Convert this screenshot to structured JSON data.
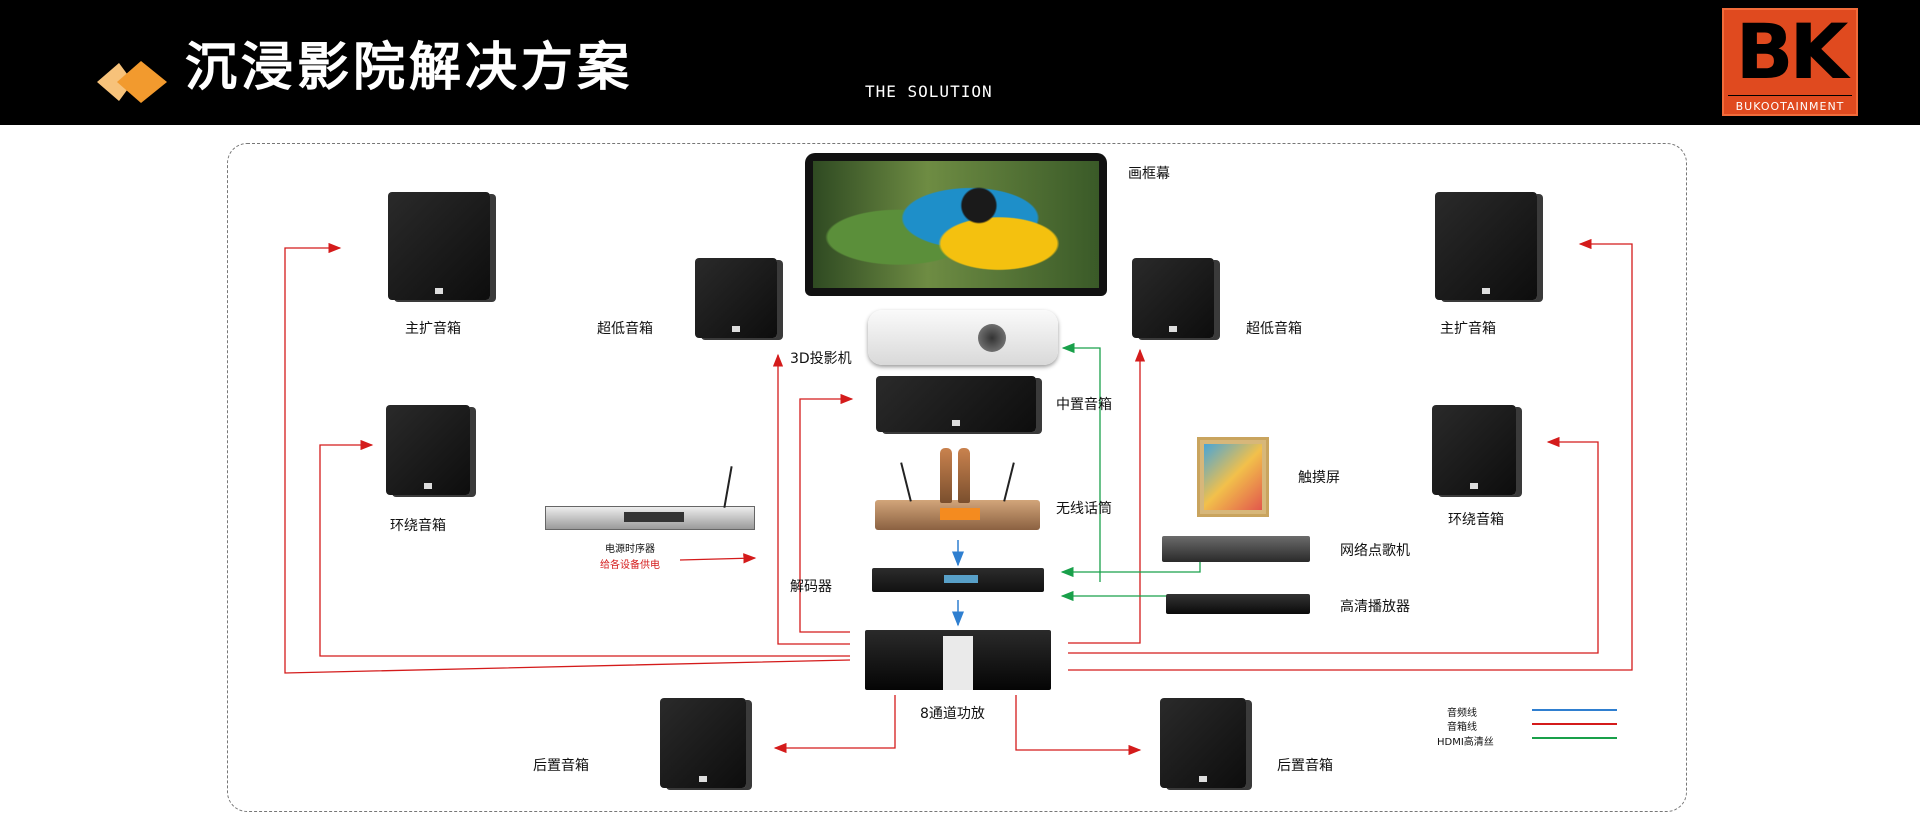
{
  "header": {
    "title": "沉浸影院解决方案",
    "subtitle": "THE SOLUTION",
    "logo": {
      "mark": "BK",
      "name": "BUKOOTAINMENT"
    }
  },
  "labels": {
    "screen": "画框幕",
    "projector": "3D投影机",
    "center": "中置音箱",
    "mic": "无线话筒",
    "decoder": "解码器",
    "amp": "8通道功放",
    "touch": "触摸屏",
    "ktv": "网络点歌机",
    "hd_player": "高清播放器",
    "main_left": "主扩音箱",
    "main_right": "主扩音箱",
    "sub_left": "超低音箱",
    "sub_right": "超低音箱",
    "surround_left": "环绕音箱",
    "surround_right": "环绕音箱",
    "rear_left": "后置音箱",
    "rear_right": "后置音箱",
    "sequencer": "电源时序器",
    "sequencer_note": "给各设备供电"
  },
  "legend": [
    {
      "label": "音频线",
      "color": "#2f7fd0"
    },
    {
      "label": "音箱线",
      "color": "#d41b1b"
    },
    {
      "label": "HDMI高清丝",
      "color": "#19a04a"
    }
  ],
  "colors": {
    "accent_orange": "#f29a2e",
    "audio": "#2f7fd0",
    "speaker": "#d41b1b",
    "hdmi": "#19a04a"
  }
}
